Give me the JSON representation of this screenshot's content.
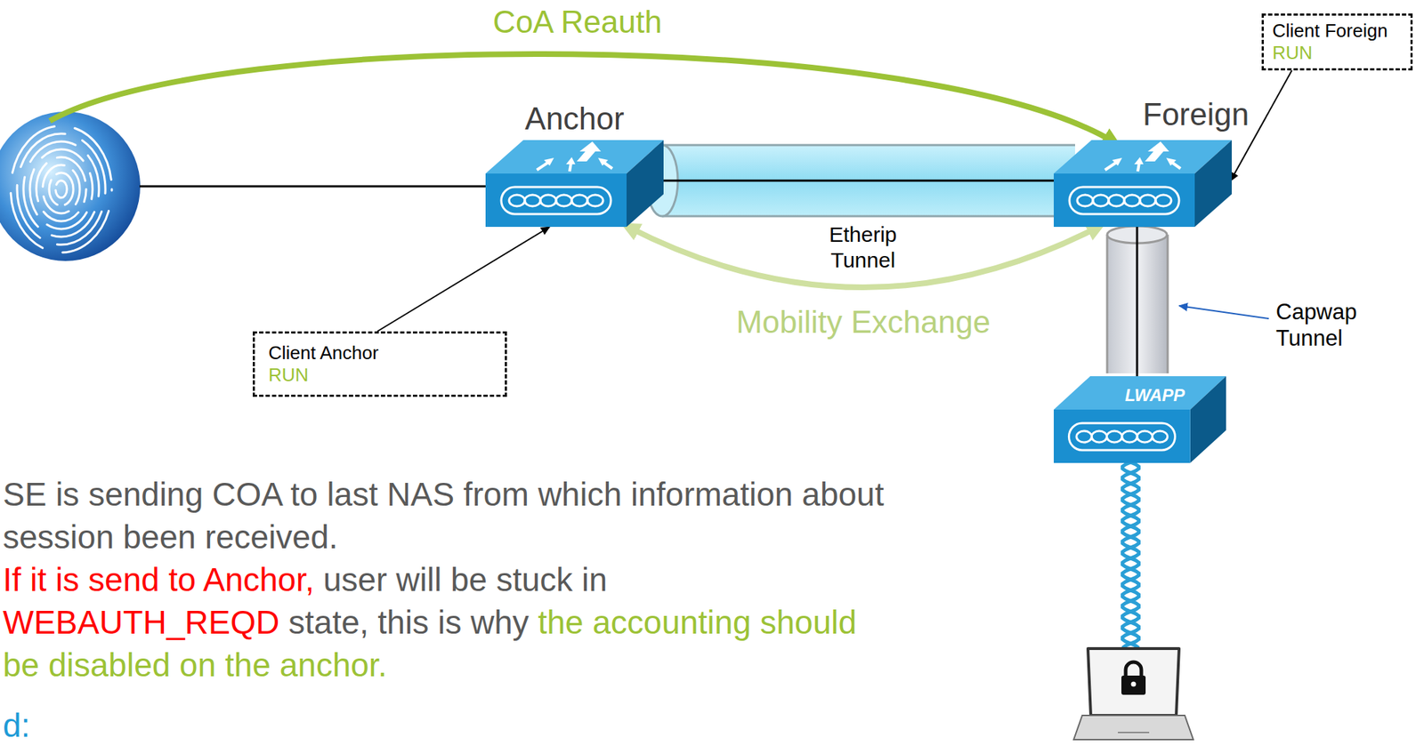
{
  "diagram": {
    "nodes": [
      {
        "text": [
          "Anchor"
        ]
      },
      {
        "text": [
          "Foreign"
        ]
      },
      {
        "text": [
          "Client Foreign",
          "RUN"
        ]
      },
      {
        "text": [
          "Client Anchor",
          "RUN"
        ]
      },
      {
        "text": [
          "LWAPP"
        ]
      }
    ],
    "edges": [
      {
        "from": 0,
        "to": 1,
        "arrow": "both",
        "label": "Mobility Exchange"
      },
      {
        "from": 2,
        "to": 1,
        "arrow": "to"
      },
      {
        "from": 3,
        "to": 0,
        "arrow": "to"
      }
    ],
    "labels": [
      "CoA Reauth",
      "Etherip Tunnel",
      "Capwap Tunnel",
      "SE is sending COA to last NAS from which information about session been received.",
      "If it is send to Anchor,",
      "user will be stuck in",
      "WEBAUTH_REQD",
      "state, this is why",
      "the accounting should be disabled on the anchor.",
      "d:"
    ]
  }
}
